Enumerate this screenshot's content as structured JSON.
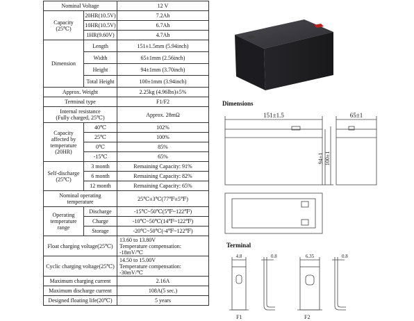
{
  "spec": {
    "nominal_voltage": {
      "label": "Nominal Voltage",
      "value": "12 V"
    },
    "capacity": {
      "label_line1": "Capacity",
      "label_line2": "(25℃)",
      "rows": [
        {
          "condition": "20HR(10.5V)",
          "value": "7.2Ah"
        },
        {
          "condition": "10HR(10.5V)",
          "value": "6.7Ah"
        },
        {
          "condition": "1HR(9.60V)",
          "value": "4.7Ah"
        }
      ]
    },
    "dimension": {
      "label": "Dimension",
      "rows": [
        {
          "name": "Length",
          "value": "151±1.5mm (5.94inch)"
        },
        {
          "name": "Width",
          "value": "65±1mm (2.56inch)"
        },
        {
          "name": "Height",
          "value": "94±1mm (3.70inch)"
        },
        {
          "name": "Total Height",
          "value": "100±1mm (3.94inch)"
        }
      ]
    },
    "weight": {
      "label": "Approx. Weight",
      "value": "2.25kg (4.96lbs)±5%"
    },
    "terminal_type": {
      "label": "Terminal type",
      "value": "F1/F2"
    },
    "internal_resistance": {
      "label_line1": "Internal resistance",
      "label_line2": "(Fully charged, 25℃)",
      "value": "Approx. 28mΩ"
    },
    "capacity_temp": {
      "label_line1": "Capacity",
      "label_line2": "affected by",
      "label_line3": "temperature",
      "label_line4": "(20HR)",
      "rows": [
        {
          "temp": "40℃",
          "value": "102%"
        },
        {
          "temp": "25℃",
          "value": "100%"
        },
        {
          "temp": "0℃",
          "value": "85%"
        },
        {
          "temp": "-15℃",
          "value": "65%"
        }
      ]
    },
    "self_discharge": {
      "label_line1": "Self-discharge",
      "label_line2": "(25℃)",
      "rows": [
        {
          "period": "3 month",
          "value": "Remaining Capacity: 91%"
        },
        {
          "period": "6 month",
          "value": "Remaining Capacity: 82%"
        },
        {
          "period": "12 month",
          "value": "Remaining Capacity: 65%"
        }
      ]
    },
    "nominal_operating_temp": {
      "label_line1": "Nominal operating",
      "label_line2": "temperature",
      "value": "25℃±3℃(77℉±5℉)"
    },
    "operating_range": {
      "label_line1": "Operating",
      "label_line2": "temperature",
      "label_line3": "range",
      "rows": [
        {
          "mode": "Discharge",
          "value": "-15℃~50℃(5℉~122℉)"
        },
        {
          "mode": "Charge",
          "value": "-10℃~50℃(14℉~122℉)"
        },
        {
          "mode": "Storage",
          "value": "-20℃~50℃(-4℉~122℉)"
        }
      ]
    },
    "float_charging": {
      "label": "Float charging voltage(25℃)",
      "line1": "13.60 to 13.80V",
      "line2": "Temperature compensation:",
      "line3": "-18mV/℃"
    },
    "cyclic_charging": {
      "label": "Cyclic charging voltage(25℃)",
      "line1": "14.50 to 15.00V",
      "line2": "Temperature compensation:",
      "line3": "-30mV/℃"
    },
    "max_charging_current": {
      "label": "Maximum charging current",
      "value": "2.16A"
    },
    "max_discharge_current": {
      "label": "Maximum discharge current",
      "value": "108A(5 sec.)"
    },
    "design_life": {
      "label": "Designed floating life(20℃)",
      "value": "5 years"
    }
  },
  "dimensions_section": {
    "title": "Dimensions",
    "length_label": "151±1.5",
    "width_label": "65±1",
    "height_label": "94±1",
    "total_height_label": "100±1"
  },
  "terminal_section": {
    "title": "Terminal",
    "f1_width": "4.8",
    "f1_thickness": "0.8",
    "f2_width": "6.35",
    "f2_thickness": "0.8",
    "f1_label": "F1",
    "f2_label": "F2"
  },
  "colors": {
    "border": "#333333",
    "battery_body": "#2a2a2e",
    "terminal_red": "#c0201c"
  }
}
